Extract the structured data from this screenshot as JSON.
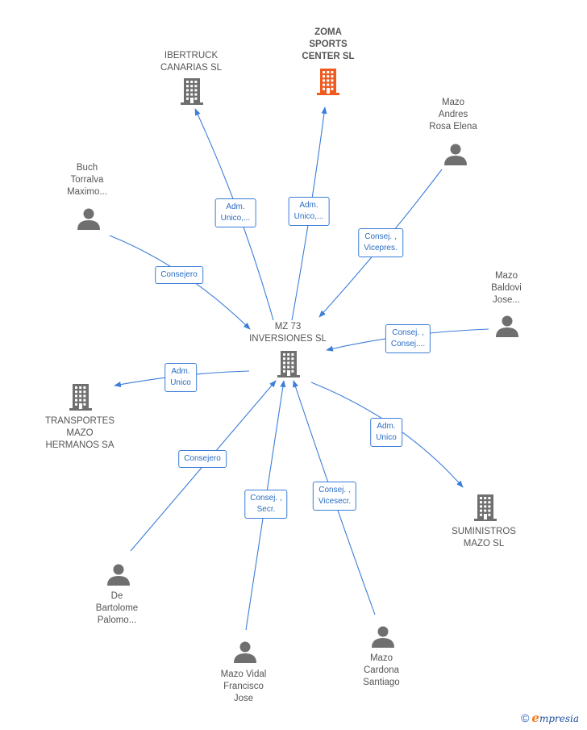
{
  "colors": {
    "edge": "#3b7dd8",
    "icon": "#6f6f6f",
    "icon_highlight": "#f05a1e",
    "text": "#555555"
  },
  "center": {
    "lines": [
      "MZ 73",
      "INVERSIONES SL"
    ]
  },
  "nodes": [
    {
      "id": "zoma",
      "type": "company",
      "highlight": true,
      "lines": [
        "ZOMA",
        "SPORTS",
        "CENTER  SL"
      ]
    },
    {
      "id": "ibertruck",
      "type": "company",
      "highlight": false,
      "lines": [
        "IBERTRUCK",
        "CANARIAS SL"
      ]
    },
    {
      "id": "mazo-andres",
      "type": "person",
      "lines": [
        "Mazo",
        "Andres",
        "Rosa Elena"
      ]
    },
    {
      "id": "buch",
      "type": "person",
      "lines": [
        "Buch",
        "Torralva",
        "Maximo..."
      ]
    },
    {
      "id": "mazo-baldovi",
      "type": "person",
      "lines": [
        "Mazo",
        "Baldovi",
        "Jose..."
      ]
    },
    {
      "id": "transportes",
      "type": "company",
      "highlight": false,
      "lines": [
        "TRANSPORTES",
        "MAZO",
        "HERMANOS SA"
      ]
    },
    {
      "id": "suministros",
      "type": "company",
      "highlight": false,
      "lines": [
        "SUMINISTROS",
        "MAZO SL"
      ]
    },
    {
      "id": "de-bartolome",
      "type": "person",
      "lines": [
        "De",
        "Bartolome",
        "Palomo..."
      ]
    },
    {
      "id": "mazo-vidal",
      "type": "person",
      "lines": [
        "Mazo Vidal",
        "Francisco",
        "Jose"
      ]
    },
    {
      "id": "mazo-cardona",
      "type": "person",
      "lines": [
        "Mazo",
        "Cardona",
        "Santiago"
      ]
    }
  ],
  "edges": [
    {
      "id": "e-ibertruck",
      "lines": [
        "Adm.",
        "Unico,..."
      ]
    },
    {
      "id": "e-zoma",
      "lines": [
        "Adm.",
        "Unico,..."
      ]
    },
    {
      "id": "e-mazo-andres",
      "lines": [
        "Consej. ,",
        "Vicepres."
      ]
    },
    {
      "id": "e-buch",
      "lines": [
        "Consejero"
      ]
    },
    {
      "id": "e-mazo-baldovi",
      "lines": [
        "Consej. ,",
        "Consej...."
      ]
    },
    {
      "id": "e-transportes",
      "lines": [
        "Adm.",
        "Unico"
      ]
    },
    {
      "id": "e-suministros",
      "lines": [
        "Adm.",
        "Unico"
      ]
    },
    {
      "id": "e-de-bartolome",
      "lines": [
        "Consejero"
      ]
    },
    {
      "id": "e-mazo-vidal",
      "lines": [
        "Consej. ,",
        "Secr."
      ]
    },
    {
      "id": "e-mazo-cardona",
      "lines": [
        "Consej. ,",
        "Vicesecr."
      ]
    }
  ],
  "brand": {
    "copyright": "©",
    "initial": "e",
    "rest": "mpresia"
  }
}
